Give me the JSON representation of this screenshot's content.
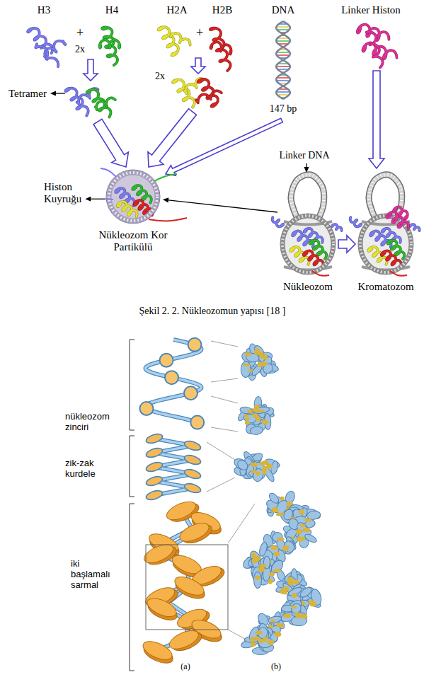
{
  "diagram": {
    "caption": "Şekil 2. 2. Nükleozomun yapısı [18 ]",
    "labels": [
      "H3",
      "H4",
      "H2A",
      "H2B",
      "DNA",
      "Linker Histon",
      "+",
      "2x",
      "+",
      "2x",
      "Tetramer",
      "147 bp",
      "Linker DNA",
      "Histon Kuyruğu",
      "Nükleozom Kor Partikülü",
      "Nükleozom",
      "Kromatozom",
      "nükleozom zinciri",
      "zik-zak kurdele",
      "iki başlamalı sarmal",
      "(a)",
      "(b)"
    ]
  }
}
